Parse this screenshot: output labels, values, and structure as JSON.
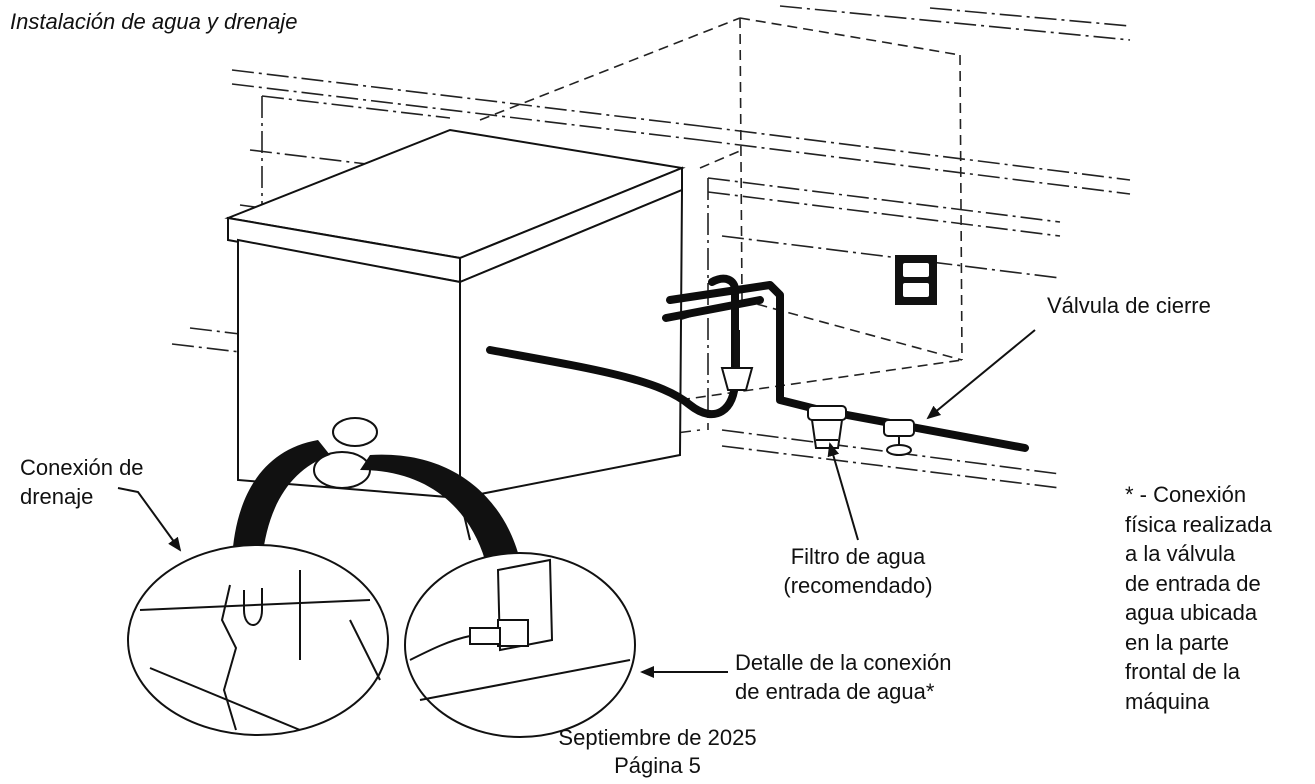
{
  "header": {
    "title": "Instalación de agua y drenaje"
  },
  "labels": {
    "shutoff_valve": "Válvula de cierre",
    "drain_line1": "Conexión de",
    "drain_line2": "drenaje",
    "filter_line1": "Filtro de agua",
    "filter_line2": "(recomendado)",
    "inlet_line1": "Detalle de la conexión",
    "inlet_line2": "de entrada de agua*"
  },
  "note": {
    "lines": [
      "* - Conexión",
      "física realizada",
      "a la válvula",
      "de entrada de",
      "agua ubicada",
      "en la parte",
      "frontal de la",
      "máquina"
    ]
  },
  "footer": {
    "date": "Septiembre de 2025",
    "page": "Página 5"
  },
  "colors": {
    "line": "#111111",
    "background": "#ffffff",
    "hose": "#0d0d0d"
  }
}
